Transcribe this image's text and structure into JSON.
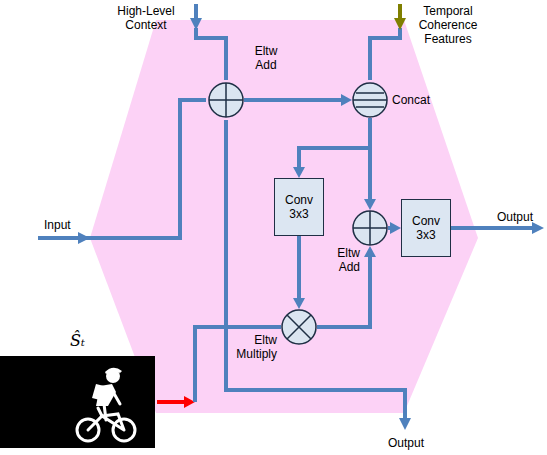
{
  "diagram": {
    "nodes": [
      {
        "text": [
          "Eltw Add"
        ]
      },
      {
        "text": [
          "Concat"
        ]
      },
      {
        "text": [
          "Conv 3x3"
        ]
      },
      {
        "text": [
          "Eltw Add"
        ]
      },
      {
        "text": [
          "Conv 3x3"
        ]
      },
      {
        "text": [
          "Eltw Multiply"
        ]
      },
      {
        "text": [
          "Ŝₜ"
        ]
      }
    ],
    "edges": [
      {
        "from": 0,
        "to": 1,
        "arrow": "to"
      },
      {
        "from": 1,
        "to": 2,
        "arrow": "to"
      },
      {
        "from": 1,
        "to": 3,
        "arrow": "to"
      },
      {
        "from": 2,
        "to": 5,
        "arrow": "to"
      },
      {
        "from": 5,
        "to": 3,
        "arrow": "to"
      },
      {
        "from": 3,
        "to": 4,
        "arrow": "to"
      },
      {
        "from": 6,
        "to": 5,
        "arrow": "to"
      }
    ],
    "labels": [
      "High-Level Context",
      "Temporal Coherence Features",
      "Input",
      "Output",
      "Output"
    ]
  }
}
